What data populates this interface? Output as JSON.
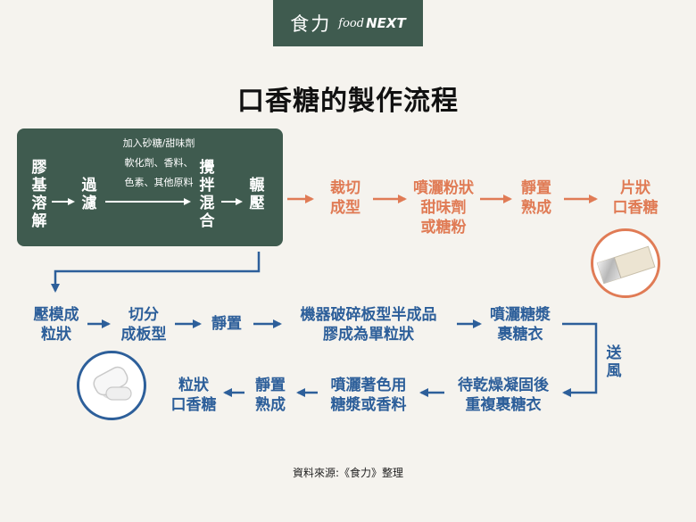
{
  "brand": {
    "cn": "食力",
    "food": "food",
    "next": "NEXT"
  },
  "title": "口香糖的製作流程",
  "stage1": {
    "base_dissolve": "膠基溶解",
    "filter": "過濾",
    "note_line1": "加入砂糖/甜味劑",
    "note_line2": "軟化劑、香料、",
    "note_line3": "色素、其他原料",
    "mix": "攪拌混合",
    "roll": "輾壓"
  },
  "row1": {
    "cut": "裁切\n成型",
    "spray_powder": "噴灑粉狀\n甜味劑\n或糖粉",
    "rest": "靜置\n熟成",
    "product": "片狀\n口香糖"
  },
  "row2": {
    "press": "壓模成\n粒狀",
    "divide": "切分\n成板型",
    "rest": "靜置",
    "machine": "機器破碎板型半成品\n膠成為單粒狀",
    "spray_syrup": "噴灑糖漿\n裹糖衣"
  },
  "air": "送風",
  "row3": {
    "product": "粒狀\n口香糖",
    "rest": "靜置\n熟成",
    "spray_color": "噴灑著色用\n糖漿或香料",
    "dry": "待乾燥凝固後\n重複裹糖衣"
  },
  "source": "資料來源:《食力》整理",
  "colors": {
    "green": "#3f5b4f",
    "orange": "#e07b55",
    "blue": "#2d5f9a"
  },
  "icons": [
    "sheet-gum-image",
    "pellet-gum-image"
  ]
}
